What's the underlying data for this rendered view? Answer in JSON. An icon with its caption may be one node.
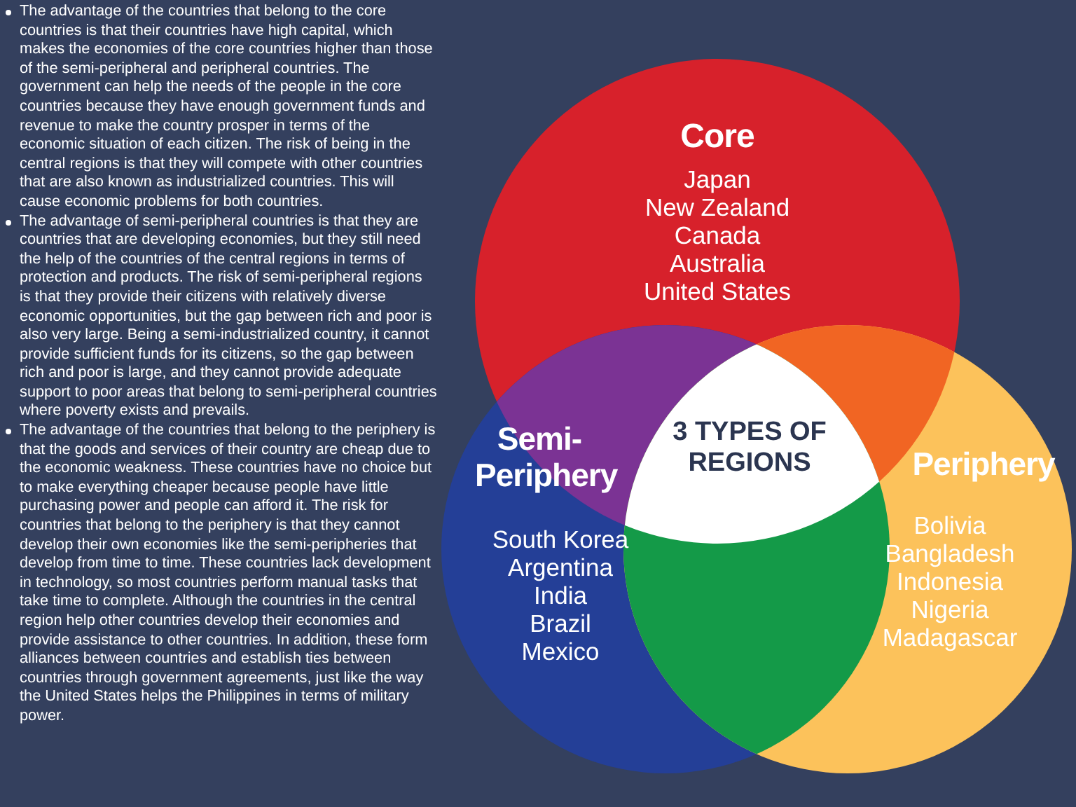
{
  "diagram": {
    "nodes": [
      {
        "text": [
          "Core",
          "Japan",
          "New Zealand",
          "Canada",
          "Australia",
          "United States"
        ]
      },
      {
        "text": [
          "Semi-Periphery",
          "South Korea",
          "Argentina",
          "India",
          "Brazil",
          "Mexico"
        ]
      },
      {
        "text": [
          "Periphery",
          "Bolivia",
          "Bangladesh",
          "Indonesia",
          "Nigeria",
          "Madagascar"
        ]
      },
      {
        "text": [
          "3 TYPES OF REGIONS"
        ]
      }
    ],
    "labels": [
      "The advantage of the countries that belong to the core countries is that their countries have high capital, which makes the economies of the core countries higher than those of the semi-peripheral and peripheral countries. The government can help the needs of the people in the core countries because they have enough government funds and revenue to make the country prosper in terms of the economic situation of each citizen. The risk of being in the central regions is that they will compete with other countries that are also known as industrialized countries. This will cause economic problems for both countries.",
      "The advantage of semi-peripheral countries is that they are countries that are developing economies, but they still need the help of the countries of the central regions in terms of protection and products. The risk of semi-peripheral regions is that they provide their citizens with relatively diverse economic opportunities, but the gap between rich and poor is also very large. Being a semi-industrialized country, it cannot provide sufficient funds for its citizens, so the gap between rich and poor is large, and they cannot provide adequate support to poor areas that belong to semi-peripheral countries where poverty exists and prevails.",
      "The advantage of the countries that belong to the periphery is that the goods and services of their country are cheap due to the economic weakness. These countries have no choice but to make everything cheaper because people have little purchasing power and people can afford it. The risk for countries that belong to the periphery is that they cannot develop their own economies like the semi-peripheries that develop from time to time. These countries lack development in technology, so most countries perform manual tasks that take time to complete. Although the countries in the central region help other countries develop their economies and provide assistance to other countries. In addition, these form alliances between countries and establish ties between countries through government agreements, just like the way the United States helps the Philippines in terms of military power."
    ]
  }
}
